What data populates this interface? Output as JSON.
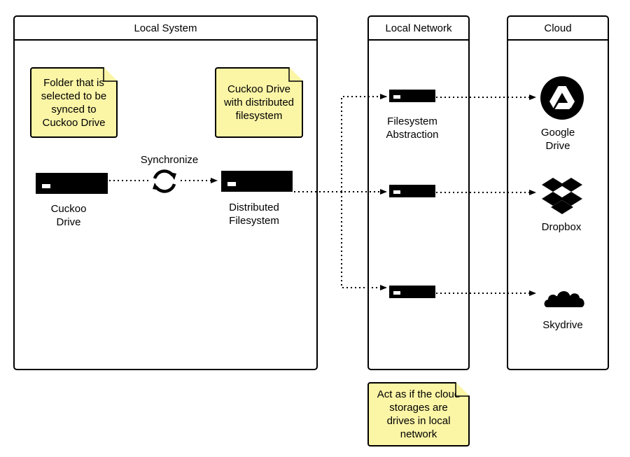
{
  "panels": {
    "local_system": "Local System",
    "local_network": "Local Network",
    "cloud": "Cloud"
  },
  "notes": {
    "folder_note": "Folder that is selected to be synced to Cuckoo Drive",
    "cuckoo_note": "Cuckoo Drive with distributed filesystem",
    "network_note": "Act as if the cloud storages are drives in local network"
  },
  "labels": {
    "sync": "Synchronize",
    "cuckoo_drive": "Cuckoo Drive",
    "distributed_fs": "Distributed Filesystem",
    "fs_abstraction": "Filesystem Abstraction",
    "google_drive": "Google Drive",
    "dropbox": "Dropbox",
    "skydrive": "Skydrive"
  },
  "colors": {
    "note_fill": "#fbf5a6",
    "line": "#000000"
  },
  "icons": [
    "sync-icon",
    "google-drive-icon",
    "dropbox-icon",
    "skydrive-icon"
  ]
}
